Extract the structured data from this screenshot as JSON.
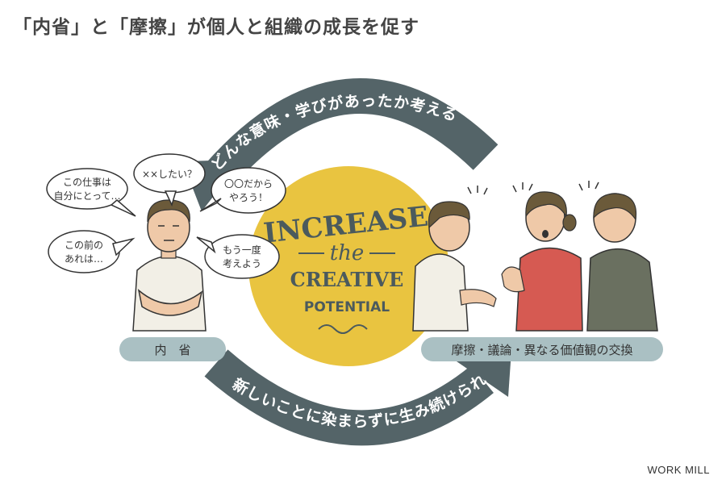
{
  "header": {
    "title": "「内省」と「摩擦」が個人と組織の成長を促す"
  },
  "arrows": {
    "top": "どんな意味・学びがあったか考える",
    "bottom": "新しいことに染まらずに生み続けられる"
  },
  "bubbles": [
    {
      "line1": "この仕事は",
      "line2": "自分にとって…"
    },
    {
      "line1": "××したい？",
      "line2": ""
    },
    {
      "line1": "〇〇だから",
      "line2": "やろう！"
    },
    {
      "line1": "この前の",
      "line2": "あれは…"
    },
    {
      "line1": "もう一度",
      "line2": "考えよう"
    }
  ],
  "center": {
    "line1": "INCREASE",
    "line2": "the",
    "line3": "CREATIVE",
    "line4": "POTENTIAL"
  },
  "pills": {
    "left": "内　省",
    "right": "摩擦・議論・異なる価値観の交換"
  },
  "footer": {
    "credit": "WORK MILL"
  },
  "colors": {
    "arrow": "#546468",
    "pill": "#aac0c3",
    "circle": "#e9c440",
    "shirt_red": "#d65a52",
    "hair": "#6b5a3a",
    "jacket": "#6a7060"
  }
}
